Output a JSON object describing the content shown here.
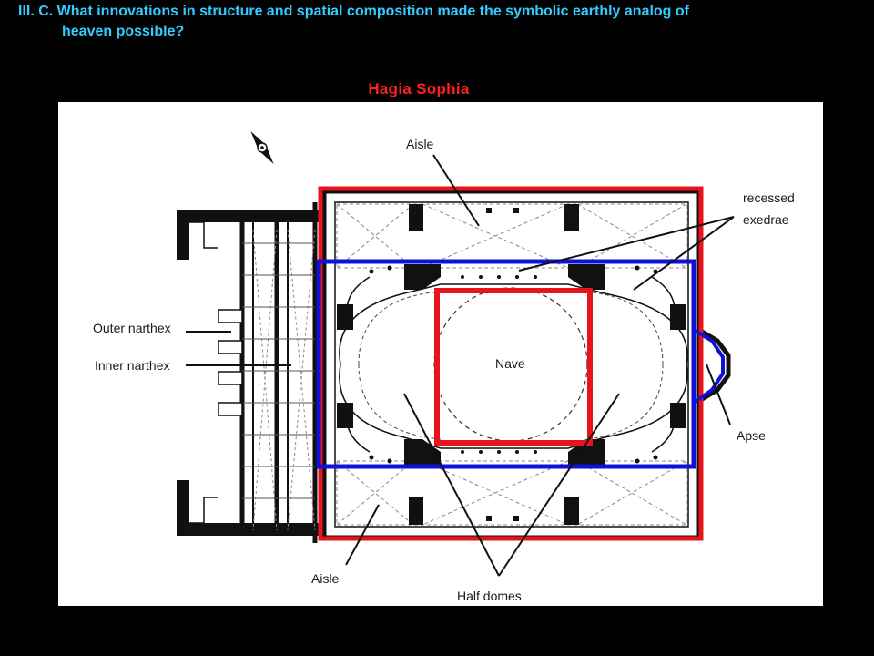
{
  "slide": {
    "title_line1": "III. C.  What innovations in structure and spatial composition made the symbolic earthly analog of",
    "title_line2": "heaven possible?",
    "plan_title": "Hagia Sophia",
    "title_color": "#33CCFF",
    "plan_title_color": "#FF2020"
  },
  "diagram": {
    "labels": {
      "aisle_top": "Aisle",
      "recessed_line1": "recessed",
      "recessed_line2": "exedrae",
      "outer_narthex": "Outer narthex",
      "inner_narthex": "Inner narthex",
      "nave": "Nave",
      "apse": "Apse",
      "aisle_bottom": "Aisle",
      "half_domes": "Half domes"
    },
    "icons": [
      "compass-icon"
    ],
    "colors": {
      "outer_outline": "#E8141B",
      "center_outline": "#E8141B",
      "long_outline": "#1010D8",
      "structure": "#111111",
      "background": "#FFFFFF"
    }
  }
}
